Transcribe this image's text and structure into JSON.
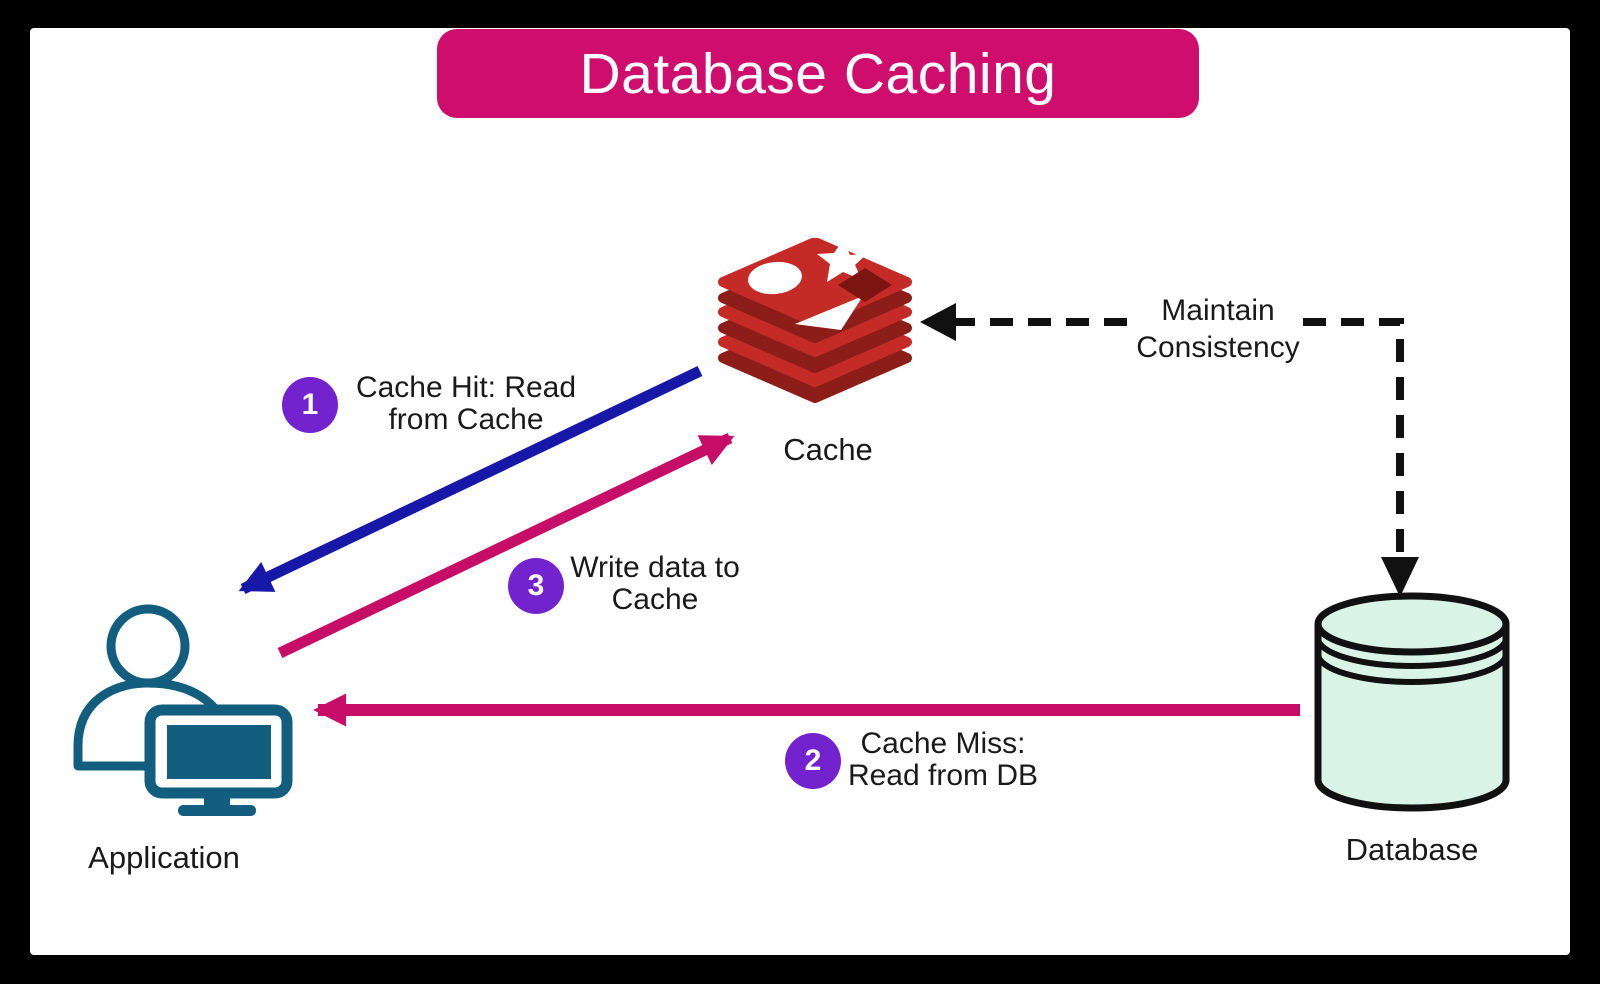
{
  "title": "Database Caching",
  "colors": {
    "frame": "#000000",
    "background": "#ffffff",
    "banner_pink": "#CE0D6C",
    "arrow_pink": "#C60D68",
    "arrow_blue": "#1717A8",
    "badge_purple": "#7223CE",
    "dashed_black": "#111111",
    "application_teal": "#135E7E",
    "redis_red": "#C42B26",
    "redis_dark_red": "#8C1D18",
    "database_green": "#D9F4E6",
    "text": "#1a1a1a"
  },
  "nodes": {
    "cache": {
      "label": "Cache",
      "icon": "redis-stack-icon"
    },
    "database": {
      "label": "Database",
      "icon": "database-cylinder-icon"
    },
    "application": {
      "label": "Application",
      "icon": "user-with-monitor-icon"
    }
  },
  "flows": [
    {
      "num": "1",
      "line1": "Cache Hit: Read",
      "line2": "from Cache",
      "from": "cache",
      "to": "application",
      "color": "#1717A8",
      "style": "solid"
    },
    {
      "num": "2",
      "line1": "Cache Miss:",
      "line2": "Read from DB",
      "from": "database",
      "to": "application",
      "color": "#C60D68",
      "style": "solid"
    },
    {
      "num": "3",
      "line1": "Write data to",
      "line2": "Cache",
      "from": "application",
      "to": "cache",
      "color": "#C60D68",
      "style": "solid"
    }
  ],
  "consistency": {
    "line1": "Maintain",
    "line2": "Consistency",
    "between": "database-cache",
    "style": "dashed"
  }
}
